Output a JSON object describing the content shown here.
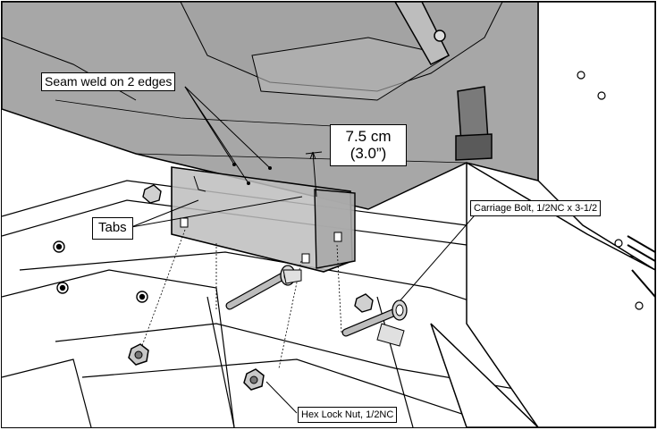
{
  "callouts": {
    "seam_weld": "Seam weld on 2 edges",
    "tabs": "Tabs",
    "dimension_metric": "7.5 cm",
    "dimension_imperial": "(3.0”)",
    "carriage_bolt": "Carriage Bolt, 1/2NC x 3-1/2",
    "hex_lock_nut": "Hex Lock Nut, 1/2NC"
  },
  "colors": {
    "hopper_tint": "#8a8a8a",
    "line": "#000000",
    "plate_fill": "#bdbdbd",
    "background": "#ffffff"
  }
}
